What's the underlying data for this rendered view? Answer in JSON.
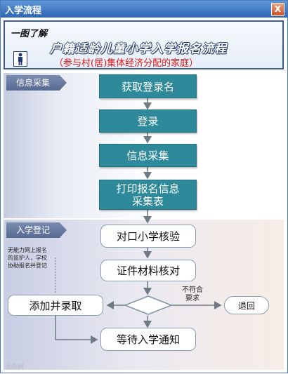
{
  "window": {
    "title": "入学流程",
    "close_label": "X"
  },
  "header": {
    "small": "一图了解",
    "title": "户籍适龄儿童小学入学报名流程",
    "subtitle": "（参与村(居)集体经济分配的家庭）"
  },
  "sections": {
    "info": "信息采集",
    "register": "入学登记"
  },
  "steps": {
    "get_login": "获取登录名",
    "login": "登录",
    "collect": "信息采集",
    "print": "打印报名信息采集表",
    "verify": "对口小学核验",
    "docs": "证件材料核对",
    "add_admit": "添加并录取",
    "return": "退回",
    "wait": "等待入学通知"
  },
  "notes": {
    "offline": "无能力网上报名的监护人，学校协助报名并登记",
    "not_match": "不符合要求"
  },
  "watermark": "大众网"
}
